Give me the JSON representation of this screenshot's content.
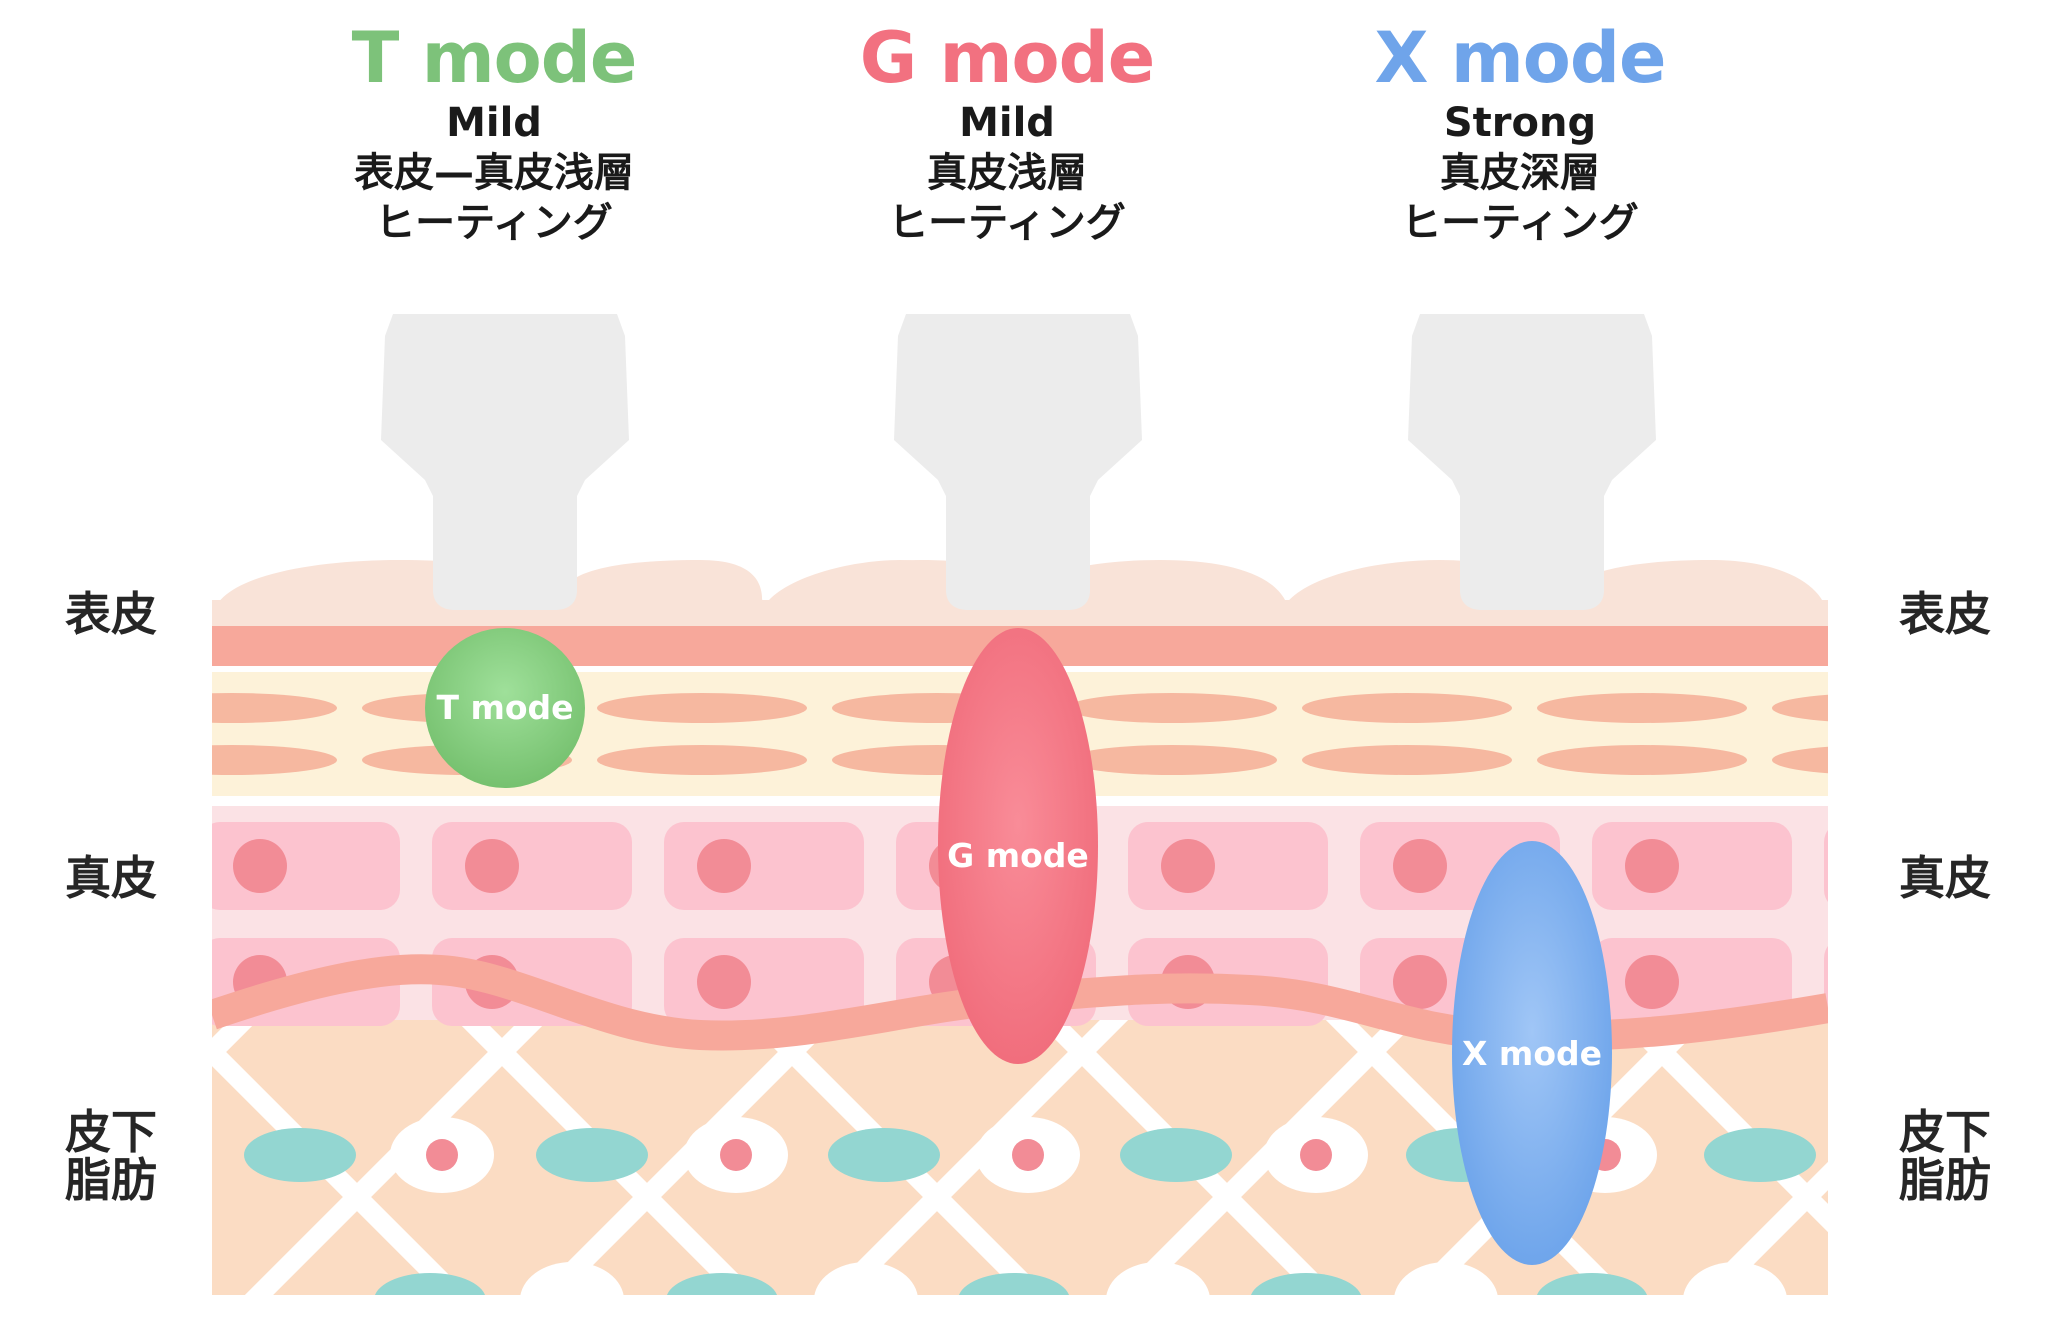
{
  "modes": [
    {
      "title": "T mode",
      "color": "#7dc27a",
      "intensity": "Mild",
      "depth": "表皮—真皮浅層",
      "method": "ヒーティング",
      "bubble_label": "T mode"
    },
    {
      "title": "G mode",
      "color": "#f27180",
      "intensity": "Mild",
      "depth": "真皮浅層",
      "method": "ヒーティング",
      "bubble_label": "G mode"
    },
    {
      "title": "X mode",
      "color": "#6fa4ea",
      "intensity": "Strong",
      "depth": "真皮深層",
      "method": "ヒーティング",
      "bubble_label": "X mode"
    }
  ],
  "layers": {
    "epidermis": "表皮",
    "dermis": "真皮",
    "subcutaneous_fat_line1": "皮下",
    "subcutaneous_fat_line2": "脂肪"
  },
  "colors": {
    "skin_surface": "#f9e3d8",
    "epidermis_band": "#f7a89b",
    "epidermis_cells_bg": "#fdf2d9",
    "epidermis_cell": "#f6b8a0",
    "dermis_bg": "#fbe2e5",
    "dermis_cell": "#fcc3cf",
    "dermis_nucleus": "#f28c96",
    "fat_bg": "#fbdcc3",
    "fat_teal": "#93d6d1",
    "device": "#ececec"
  }
}
